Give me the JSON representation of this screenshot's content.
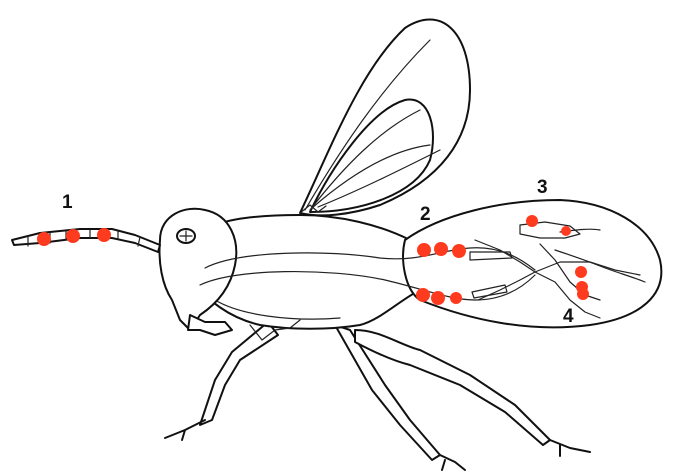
{
  "labels": [
    "1",
    "2",
    "3",
    "4"
  ],
  "colors": {
    "outline": "#111111",
    "marker": "#ff3b1f",
    "background": "#ffffff"
  },
  "marker_groups": [
    {
      "label": "1",
      "count": 3
    },
    {
      "label": "2",
      "count": 6
    },
    {
      "label": "3",
      "count": 2
    },
    {
      "label": "4",
      "count": 3
    }
  ]
}
